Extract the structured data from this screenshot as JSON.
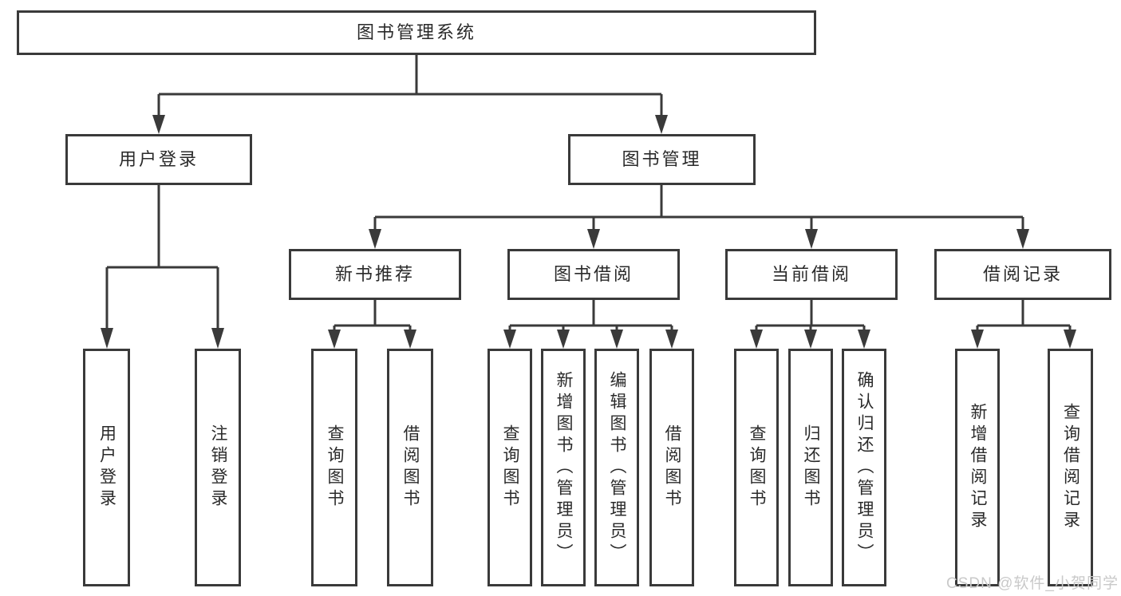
{
  "watermark": "CSDN @软件_小贺同学",
  "colors": {
    "line": "#3a3a3a",
    "text": "#2a2a2a",
    "watermark": "#c9c9c9"
  },
  "nodes": {
    "root": {
      "label": "图书管理系统"
    },
    "user_login": {
      "label": "用户登录"
    },
    "book_mgmt": {
      "label": "图书管理"
    },
    "new_book_rec": {
      "label": "新书推荐"
    },
    "book_borrow": {
      "label": "图书借阅"
    },
    "current_borrow": {
      "label": "当前借阅"
    },
    "borrow_record": {
      "label": "借阅记录"
    },
    "leaf_user_login": {
      "label": "用户登录"
    },
    "leaf_logout": {
      "label": "注销登录"
    },
    "leaf_query_book_a": {
      "label": "查询图书"
    },
    "leaf_borrow_book_a": {
      "label": "借阅图书"
    },
    "leaf_query_book_b": {
      "label": "查询图书"
    },
    "leaf_add_book": {
      "label": "新增图书（管理员）"
    },
    "leaf_edit_book": {
      "label": "编辑图书（管理员）"
    },
    "leaf_borrow_book_b": {
      "label": "借阅图书"
    },
    "leaf_query_book_c": {
      "label": "查询图书"
    },
    "leaf_return_book": {
      "label": "归还图书"
    },
    "leaf_confirm_return": {
      "label": "确认归还（管理员）"
    },
    "leaf_add_record": {
      "label": "新增借阅记录"
    },
    "leaf_query_record": {
      "label": "查询借阅记录"
    }
  },
  "hierarchy": {
    "图书管理系统": {
      "用户登录": [
        "用户登录",
        "注销登录"
      ],
      "图书管理": {
        "新书推荐": [
          "查询图书",
          "借阅图书"
        ],
        "图书借阅": [
          "查询图书",
          "新增图书（管理员）",
          "编辑图书（管理员）",
          "借阅图书"
        ],
        "当前借阅": [
          "查询图书",
          "归还图书",
          "确认归还（管理员）"
        ],
        "借阅记录": [
          "新增借阅记录",
          "查询借阅记录"
        ]
      }
    }
  }
}
